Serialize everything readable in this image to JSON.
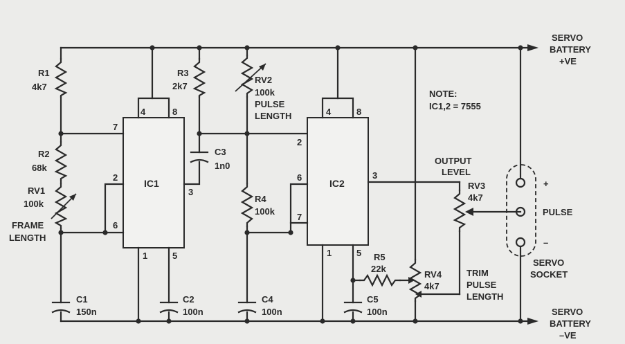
{
  "labels": {
    "r1_name": "R1",
    "r1_val": "4k7",
    "r2_name": "R2",
    "r2_val": "68k",
    "rv1_name": "RV1",
    "rv1_val": "100k",
    "frame1": "FRAME",
    "frame2": "LENGTH",
    "c1_name": "C1",
    "c1_val": "150n",
    "r3_name": "R3",
    "r3_val": "2k7",
    "rv2_name": "RV2",
    "rv2_val": "100k",
    "rv2_f1": "PULSE",
    "rv2_f2": "LENGTH",
    "c3_name": "C3",
    "c3_val": "1n0",
    "r4_name": "R4",
    "r4_val": "100k",
    "c2_name": "C2",
    "c2_val": "100n",
    "c4_name": "C4",
    "c4_val": "100n",
    "r5_name": "R5",
    "r5_val": "22k",
    "c5_name": "C5",
    "c5_val": "100n",
    "rv4_name": "RV4",
    "rv4_val": "4k7",
    "trim1": "TRIM",
    "trim2": "PULSE",
    "trim3": "LENGTH",
    "rv3_name": "RV3",
    "rv3_val": "4k7",
    "out1": "OUTPUT",
    "out2": "LEVEL",
    "note1": "NOTE:",
    "note2": "IC1,2  =  7555",
    "pulse": "PULSE",
    "plus": "+",
    "minus": "–",
    "socket1": "SERVO",
    "socket2": "SOCKET",
    "bat_pos1": "SERVO",
    "bat_pos2": "BATTERY",
    "bat_pos3": "+VE",
    "bat_neg1": "SERVO",
    "bat_neg2": "BATTERY",
    "bat_neg3": "–VE",
    "ic1": "IC1",
    "ic2": "IC2",
    "ic1_p4": "4",
    "ic1_p8": "8",
    "ic1_p7": "7",
    "ic1_p2": "2",
    "ic1_p6": "6",
    "ic1_p3": "3",
    "ic1_p1": "1",
    "ic1_p5": "5",
    "ic2_p4": "4",
    "ic2_p8": "8",
    "ic2_p2": "2",
    "ic2_p6": "6",
    "ic2_p7": "7",
    "ic2_p3": "3",
    "ic2_p1": "1",
    "ic2_p5": "5"
  }
}
